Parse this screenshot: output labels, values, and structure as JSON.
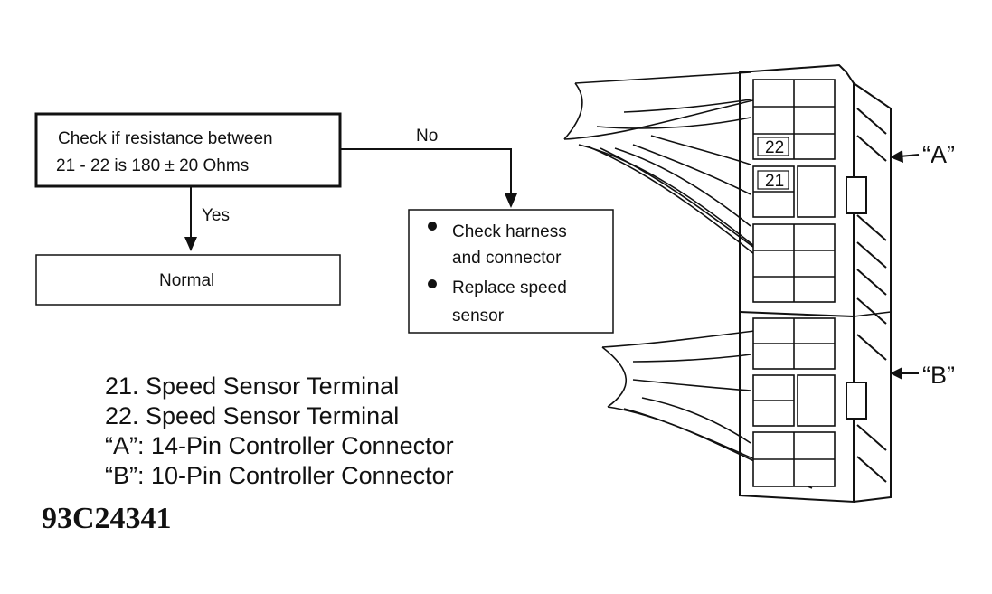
{
  "flowchart": {
    "check_box": {
      "line1": "Check if resistance between",
      "line2": "21 - 22 is  180 ± 20 Ohms"
    },
    "no_label": "No",
    "yes_label": "Yes",
    "normal_box": "Normal",
    "action_box": {
      "bullet1_line1": "Check harness",
      "bullet1_line2": "and connector",
      "bullet2_line1": "Replace speed",
      "bullet2_line2": "sensor"
    }
  },
  "connector": {
    "terminal_22": "22",
    "terminal_21": "21",
    "label_a": "“A”",
    "label_b": "“B”"
  },
  "legend": [
    "21. Speed Sensor Terminal",
    "22. Speed Sensor Terminal",
    "“A”: 14-Pin Controller Connector",
    "“B”: 10-Pin Controller Connector"
  ],
  "figure_id": "93C24341"
}
